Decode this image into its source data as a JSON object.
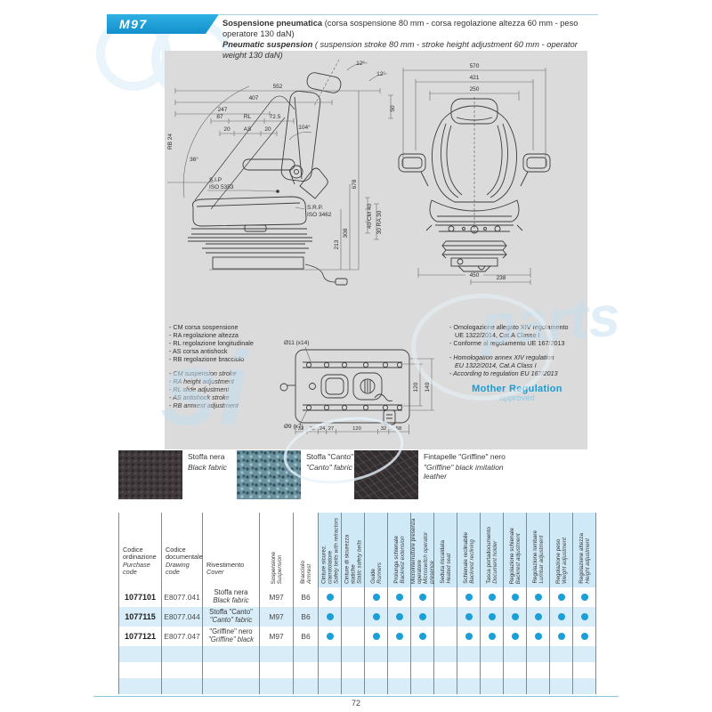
{
  "page": {
    "number": "72"
  },
  "header": {
    "model": "M97",
    "title_it_bold": "Sospensione pneumatica",
    "title_it_rest": "(corsa sospensione 80 mm - corsa regolazione altezza 60 mm - peso operatore 130 daN)",
    "title_en_bold": "Pneumatic suspension",
    "title_en_rest": "( suspension stroke 80 mm - stroke height adjustment 60 mm - operator weight 130 daN)"
  },
  "watermark": {
    "part1": "si",
    "part2": "parts"
  },
  "drawings": {
    "side_view": {
      "w552": "552",
      "w407": "407",
      "w247": "247",
      "d87": "87",
      "rl": "RL",
      "d72_5": "72.5",
      "d20a": "20",
      "as": "AS",
      "d20b": "20",
      "a104": "104°",
      "a12a": "12°",
      "a12b": "12°",
      "d50": "50",
      "rb24": "RB 24",
      "a36": "36°",
      "sip": "S.I.P",
      "sip_iso": "ISO 5353",
      "srp": "S.R.P.",
      "srp_iso": "ISO 3462",
      "h678": "678",
      "h308": "308",
      "h213": "213",
      "cm": "40 CM 40",
      "ra": "30 RA 30"
    },
    "front_view": {
      "w570": "570",
      "w421": "421",
      "w250": "250",
      "w450": "450",
      "w238": "238"
    },
    "top_view": {
      "holes14": "Ø11 (x14)",
      "holes7": "Ø9 (x7)",
      "h120": "120",
      "h140": "140",
      "bottom": [
        "33",
        "32",
        "24",
        "27",
        "120",
        "32",
        "58"
      ]
    },
    "legend_it": [
      "- CM corsa sospensione",
      "- RA regolazione altezza",
      "- RL regolazione longitudinale",
      "- AS corsa antishock",
      "- RB regolazione bracciolo"
    ],
    "legend_en": [
      "- CM suspension stroke",
      "- RA height adjustment",
      "- RL slide adjustment",
      "- AS antishock stroke",
      "- RB armrest adjustment"
    ],
    "homologation_it": [
      "- Omologazione allegato XIV regolamento",
      "UE 1322/2014, Cat.A Classe I",
      "- Conforme al regolamento UE 167/2013"
    ],
    "homologation_en": [
      "- Homologation annex XIV regulation",
      "EU 1322/2014, Cat.A Class I",
      "- According to regulation EU 167/2013"
    ],
    "mother_regulation": "Mother Regulation",
    "approved": "approved"
  },
  "swatches": [
    {
      "label_it": "Stoffa nera",
      "label_en": "Black fabric"
    },
    {
      "label_it": "Stoffa \"Canto\"",
      "label_en": "\"Canto\" fabric"
    },
    {
      "label_it": "Fintapelle \"Griffine\" nero",
      "label_en": "\"Griffine\" black imitation leather"
    }
  ],
  "table": {
    "col_headers": [
      {
        "it": "Codice ordinazione",
        "en": "Purchase code"
      },
      {
        "it": "Codice documentale",
        "en": "Drawing code"
      },
      {
        "it": "Rivestimento",
        "en": "Cover"
      },
      {
        "it": "Sospensione",
        "en": "Suspension"
      },
      {
        "it": "Bracciolo",
        "en": "Armrest"
      }
    ],
    "feature_headers": [
      {
        "it": "Cinture sicurez. c/arrotolatore",
        "en": "Safety belts with retractors"
      },
      {
        "it": "Cinture di sicurezza statiche",
        "en": "Static safety belts"
      },
      {
        "it": "Guide",
        "en": "Runners"
      },
      {
        "it": "Prolunga schienale",
        "en": "Backrest extension"
      },
      {
        "it": "Microinterruttore presenza operatore",
        "en": "Microswitch operator presence"
      },
      {
        "it": "Seduta riscaldata",
        "en": "Heated seat"
      },
      {
        "it": "Schienale reclinabile",
        "en": "Backrest reclining"
      },
      {
        "it": "Tasca portadocumento",
        "en": "Document holder"
      },
      {
        "it": "Regolazione schienale",
        "en": "Backrest adjustment"
      },
      {
        "it": "Regolazione lombare",
        "en": "Lumbar adjustment"
      },
      {
        "it": "Regolazione peso",
        "en": "Weight adjustment"
      },
      {
        "it": "Regolazione altezza",
        "en": "Height adjustment"
      }
    ],
    "rows": [
      {
        "purchase_code": "1077101",
        "drawing_code": "E8077.041",
        "cover_it": "Stoffa nera",
        "cover_en": "Black fabric",
        "suspension": "M97",
        "armrest": "B6",
        "features": [
          1,
          0,
          1,
          1,
          1,
          0,
          1,
          1,
          1,
          1,
          1,
          1
        ]
      },
      {
        "purchase_code": "1077115",
        "drawing_code": "E8077.044",
        "cover_it": "Stoffa \"Canto\"",
        "cover_en": "\"Canto\" fabric",
        "suspension": "M97",
        "armrest": "B6",
        "features": [
          1,
          0,
          1,
          1,
          1,
          0,
          1,
          1,
          1,
          1,
          1,
          1
        ]
      },
      {
        "purchase_code": "1077121",
        "drawing_code": "E8077.047",
        "cover_it": "\"Griffine\" nero",
        "cover_en": "\"Griffine\" black",
        "suspension": "M97",
        "armrest": "B6",
        "features": [
          1,
          0,
          1,
          1,
          1,
          0,
          1,
          1,
          1,
          1,
          1,
          1
        ]
      }
    ],
    "empty_rows": 3
  },
  "colors": {
    "accent_blue": "#1a9fd8",
    "table_line": "#2fa6d8",
    "row_alt": "#d9edf8",
    "panel_gray": "#dbdbdb",
    "header_stripe": "#cfe9f6",
    "watermark": "#c3def0"
  }
}
